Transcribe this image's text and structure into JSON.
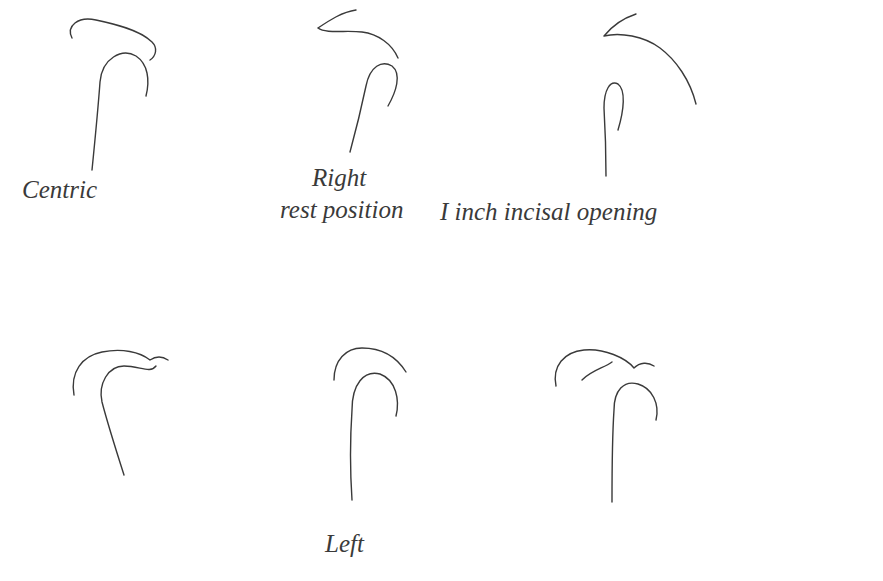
{
  "diagram": {
    "labels": [
      "Centric",
      "Right",
      "rest position",
      "I inch incisal opening",
      "Left"
    ]
  }
}
